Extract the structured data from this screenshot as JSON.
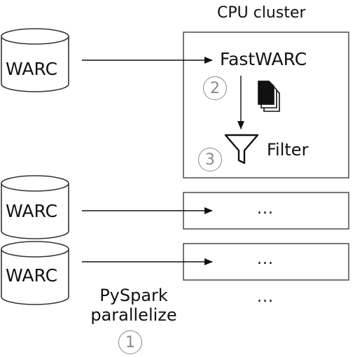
{
  "cluster": {
    "title": "CPU cluster",
    "fastwarc_label": "FastWARC",
    "filter_label": "Filter",
    "doc_icon": "documents-icon",
    "filter_icon": "funnel-icon"
  },
  "warc_sources": [
    {
      "label": "WARC"
    },
    {
      "label": "WARC"
    },
    {
      "label": "WARC"
    }
  ],
  "worker_rows": [
    {
      "label": "..."
    },
    {
      "label": "..."
    }
  ],
  "more_label": "...",
  "parallelize": {
    "line1": "PySpark",
    "line2": "parallelize"
  },
  "steps": {
    "step1": "1",
    "step2": "2",
    "step3": "3"
  },
  "colors": {
    "stroke": "#333333",
    "step_circle": "#8a8a8a"
  }
}
